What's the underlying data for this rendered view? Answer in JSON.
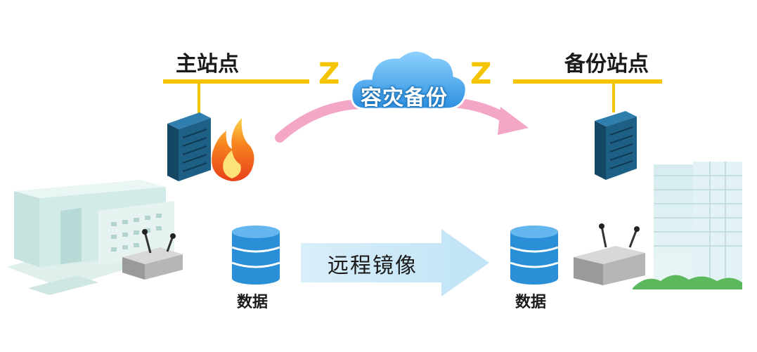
{
  "sites": {
    "main_label": "主站点",
    "backup_label": "备份站点"
  },
  "cloud": {
    "label": "容灾备份",
    "icon": "cloud-icon"
  },
  "link_symbol": "Z",
  "mirror": {
    "label": "远程镜像"
  },
  "data": {
    "left_label": "数据",
    "right_label": "数据"
  },
  "colors": {
    "link_line": "#f4c400",
    "arrow_pink": "#f3a6c6",
    "mirror_arrow": "#c8e6f5",
    "database": "#2a8fd6",
    "server": "#1e5f86",
    "flame": "#f26a1b"
  }
}
